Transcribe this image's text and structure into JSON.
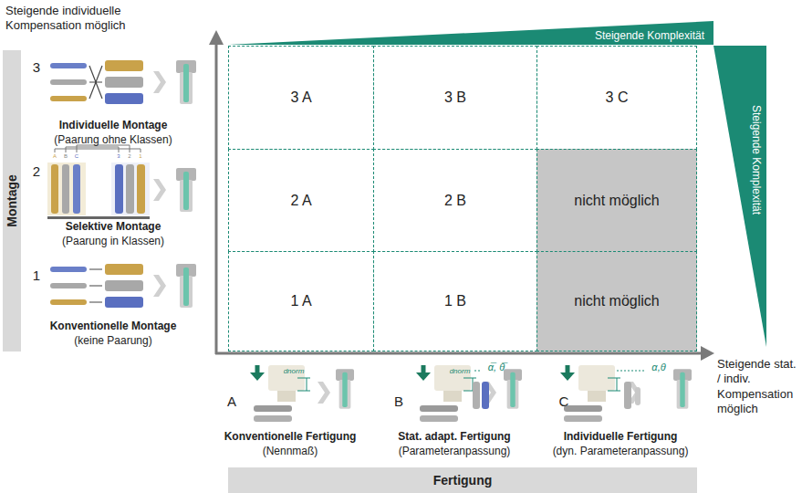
{
  "diagram": {
    "nodes": [
      {
        "text": [
          "Steigende Komplexität"
        ]
      },
      {
        "text": [
          "Steigende Komplexität"
        ]
      },
      {
        "text": [
          "Montage"
        ]
      },
      {
        "text": [
          "3 A"
        ]
      },
      {
        "text": [
          "3 B"
        ]
      },
      {
        "text": [
          "3 C"
        ]
      },
      {
        "text": [
          "2 A"
        ]
      },
      {
        "text": [
          "2 B"
        ]
      },
      {
        "text": [
          "nicht möglich"
        ]
      },
      {
        "text": [
          "1 A"
        ]
      },
      {
        "text": [
          "1 B"
        ]
      },
      {
        "text": [
          "nicht möglich"
        ]
      },
      {
        "text": [
          "Fertigung"
        ]
      }
    ],
    "labels": [
      "Steigende individuelle Kompensation möglich",
      "3",
      "Individuelle Montage",
      "(Paarung ohne Klassen)",
      "2",
      "Selektive Montage",
      "(Paarung in Klassen)",
      "1",
      "Konventionelle Montage",
      "(keine Paarung)",
      "A",
      "Konventionelle Fertigung",
      "(Nennmaß)",
      "B",
      "Stat. adapt. Fertigung",
      "(Parameteranpassung)",
      "C",
      "Individuelle Fertigung",
      "(dyn. Parameteranpassung)",
      "Steigende stat. / indiv. Kompensation möglich",
      "dnorm",
      "dnorm",
      "α̅, θ̅",
      "α,θ",
      "A",
      "B",
      "C",
      "3",
      "2",
      "1"
    ]
  }
}
